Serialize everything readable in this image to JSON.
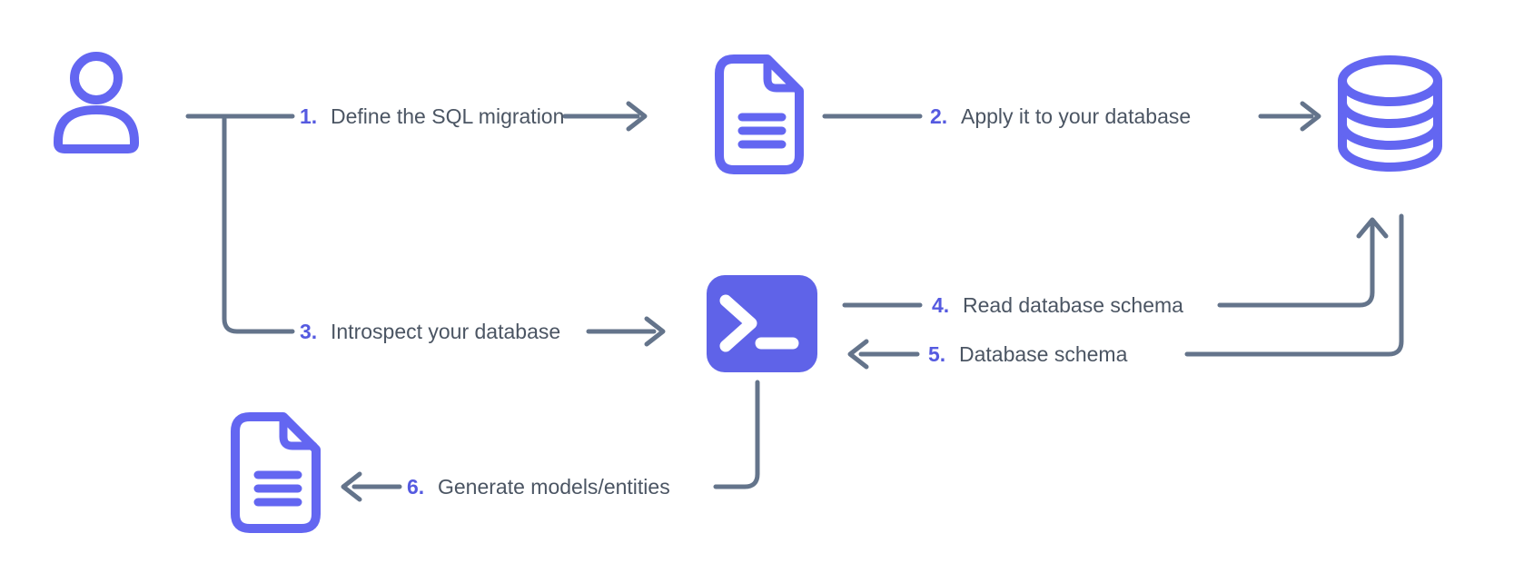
{
  "diagram": {
    "description": "Workflow diagram: user defines SQL migration, applies it to database, introspects database via CLI, generates models/entities",
    "colors": {
      "icon_accent": "#6366f1",
      "terminal_fill": "#5f63e8",
      "terminal_glyph": "#ffffff",
      "step_number": "#555ae0",
      "label_text": "#4b5563",
      "connector": "#64748b",
      "background": "#ffffff"
    },
    "nodes": [
      {
        "icon": "user-icon",
        "meaning": "developer / user"
      },
      {
        "icon": "file-text-icon",
        "meaning": "SQL migration file"
      },
      {
        "icon": "database-icon",
        "meaning": "database"
      },
      {
        "icon": "terminal-icon",
        "meaning": "CLI tool"
      },
      {
        "icon": "file-text-icon",
        "meaning": "generated models/entities file"
      }
    ],
    "steps": [
      {
        "num": "1.",
        "label": "Define the SQL migration"
      },
      {
        "num": "2.",
        "label": "Apply it to your database"
      },
      {
        "num": "3.",
        "label": "Introspect your database"
      },
      {
        "num": "4.",
        "label": "Read database schema"
      },
      {
        "num": "5.",
        "label": "Database schema"
      },
      {
        "num": "6.",
        "label": "Generate models/entities"
      }
    ]
  }
}
